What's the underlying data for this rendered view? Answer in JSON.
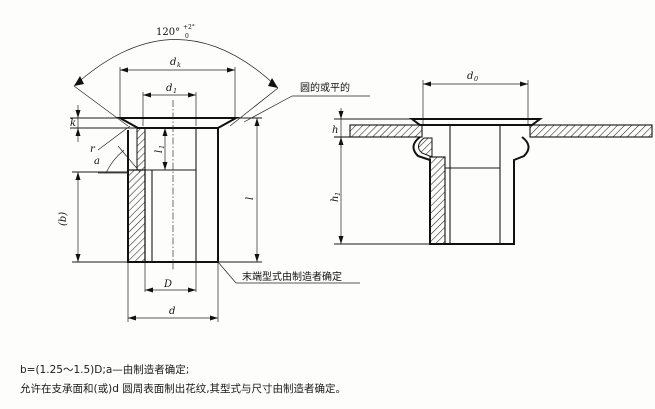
{
  "labels": {
    "angle": "120°",
    "angle_tol_upper": "+2°",
    "angle_tol_lower": "0",
    "dk": "d",
    "dk_sub": "k",
    "d1": "d",
    "d1_sub": "1",
    "k": "k",
    "r": "r",
    "a": "a",
    "l1": "l",
    "l1_sub": "1",
    "l": "l",
    "b": "(b)",
    "D": "D",
    "d": "d",
    "d0": "d",
    "d0_sub": "0",
    "h": "h",
    "h1": "h",
    "h1_sub": "1",
    "callout_top": "圆的或平的",
    "callout_bottom": "末端型式由制造者确定"
  },
  "notes": {
    "line1": "b=(1.25～1.5)D;a—由制造者确定;",
    "line2": "允许在支承面和(或)d 圆周表面制出花纹,其型式与尺寸由制造者确定。"
  }
}
